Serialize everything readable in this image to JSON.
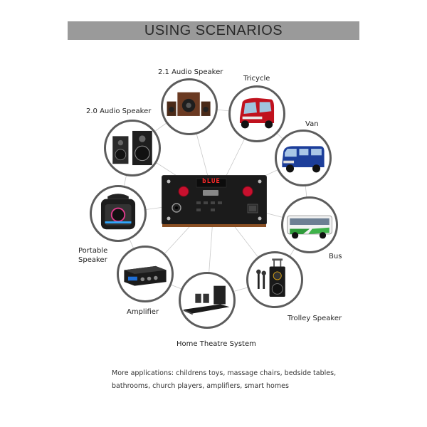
{
  "title": "USING SCENARIOS",
  "scenarios": [
    {
      "label": "2.1  Audio Speaker",
      "icon": "speaker-2-1-icon"
    },
    {
      "label": "Tricycle",
      "icon": "tricycle-icon"
    },
    {
      "label": "2.0 Audio Speaker",
      "icon": "speaker-2-0-icon"
    },
    {
      "label": "Van",
      "icon": "van-icon"
    },
    {
      "label": "Portable\nSpeaker",
      "icon": "portable-speaker-icon"
    },
    {
      "label": "Bus",
      "icon": "bus-icon"
    },
    {
      "label": "Amplifier",
      "icon": "amplifier-icon"
    },
    {
      "label": "Trolley Speaker",
      "icon": "trolley-speaker-icon"
    },
    {
      "label": "Home Theatre System",
      "icon": "home-theatre-icon"
    }
  ],
  "board": {
    "display": "bLUE"
  },
  "footer": {
    "line1": "More applications: childrens toys, massage chairs, bedside tables,",
    "line2": "bathrooms, church players, amplifiers, smart homes"
  },
  "colors": {
    "banner": "#9a9a9a",
    "circle_border": "#5c5c5c",
    "knob": "#c8102e",
    "display": "#ff2a2a"
  }
}
